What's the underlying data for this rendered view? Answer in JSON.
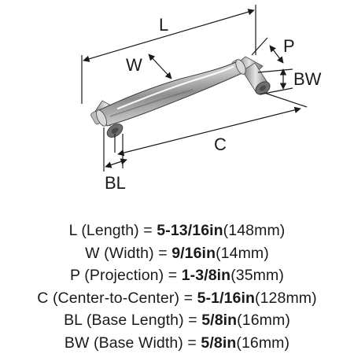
{
  "diagram": {
    "labels": {
      "L": "L",
      "W": "W",
      "P": "P",
      "BW": "BW",
      "C": "C",
      "BL": "BL"
    }
  },
  "specs": [
    {
      "name": "L (Length) = ",
      "value": "5-13/16in",
      "metric": "(148mm)"
    },
    {
      "name": "W (Width) = ",
      "value": "9/16in",
      "metric": "(14mm)"
    },
    {
      "name": "P (Projection) = ",
      "value": "1-3/8in",
      "metric": "(35mm)"
    },
    {
      "name": "C (Center-to-Center) = ",
      "value": "5-1/16in",
      "metric": "(128mm)"
    },
    {
      "name": "BL (Base Length) = ",
      "value": "5/8in",
      "metric": "(16mm)"
    },
    {
      "name": "BW (Base Width) = ",
      "value": "5/8in",
      "metric": "(16mm)"
    }
  ]
}
